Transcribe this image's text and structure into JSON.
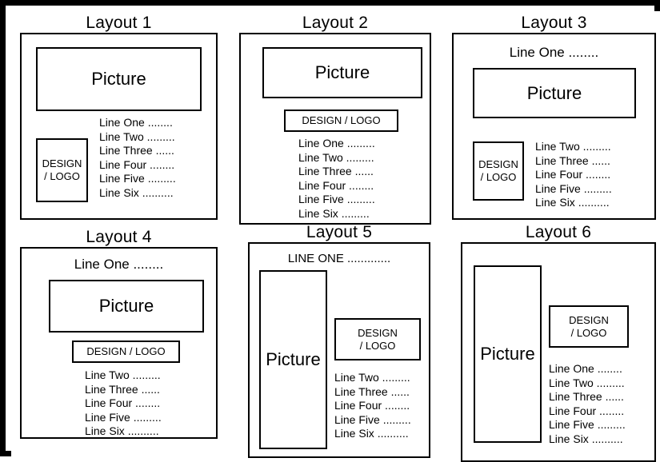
{
  "page": {
    "title": "Layout Templates Sheet",
    "frame_color": "#000000",
    "background_color": "#ffffff",
    "text_color": "#000000"
  },
  "common": {
    "picture_label": "Picture",
    "logo_label_two_line": "DESIGN\n/ LOGO",
    "logo_label_design": "DESIGN",
    "logo_label_slash_logo": "/ LOGO",
    "logo_label_inline": "DESIGN / LOGO"
  },
  "layouts": [
    {
      "id": "layout-1",
      "title": "Layout 1",
      "picture_label": "Picture",
      "logo_label_line1": "DESIGN",
      "logo_label_line2": "/ LOGO",
      "lines": [
        "Line One ........",
        "Line Two .........",
        "Line Three ......",
        "Line Four ........",
        "Line Five .........",
        "Line Six .........."
      ]
    },
    {
      "id": "layout-2",
      "title": "Layout 2",
      "picture_label": "Picture",
      "logo_label": "DESIGN / LOGO",
      "lines": [
        "Line One .........",
        "Line Two .........",
        "Line Three ......",
        "Line Four ........",
        "Line Five .........",
        "Line Six ........."
      ]
    },
    {
      "id": "layout-3",
      "title": "Layout 3",
      "headline": "Line One ........",
      "picture_label": "Picture",
      "logo_label_line1": "DESIGN",
      "logo_label_line2": "/ LOGO",
      "lines": [
        "Line Two .........",
        "Line Three ......",
        "Line Four ........",
        "Line Five .........",
        "Line Six .........."
      ]
    },
    {
      "id": "layout-4",
      "title": "Layout 4",
      "headline": "Line One ........",
      "picture_label": "Picture",
      "logo_label": "DESIGN / LOGO",
      "lines": [
        "Line Two .........",
        "Line Three ......",
        "Line Four ........",
        "Line Five .........",
        "Line Six .........."
      ]
    },
    {
      "id": "layout-5",
      "title": "Layout 5",
      "headline": "LINE ONE .............",
      "picture_label": "Picture",
      "logo_label_line1": "DESIGN",
      "logo_label_line2": "/ LOGO",
      "lines": [
        "Line Two .........",
        "Line Three ......",
        "Line Four ........",
        "Line Five .........",
        "Line Six .........."
      ]
    },
    {
      "id": "layout-6",
      "title": "Layout 6",
      "picture_label": "Picture",
      "logo_label_line1": "DESIGN",
      "logo_label_line2": "/ LOGO",
      "lines": [
        "Line One ........",
        "Line Two .........",
        "Line Three ......",
        "Line Four ........",
        "Line Five .........",
        "Line Six .........."
      ]
    }
  ]
}
